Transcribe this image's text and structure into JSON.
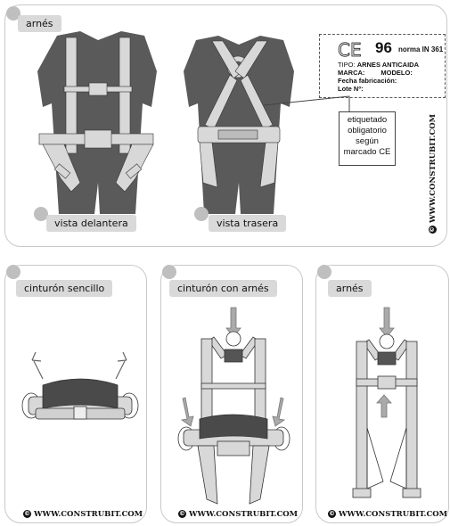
{
  "top_panel": {
    "title": "arnés",
    "front_caption": "vista delantera",
    "back_caption": "vista trasera",
    "watermark": "WWW.CONSTRUBIT.COM",
    "ce_label": {
      "ce_mark": "CE",
      "number": "96",
      "norma": "norma IN 361",
      "tipo_key": "TIPO:",
      "tipo_value": "ARNES ANTICAIDA",
      "marca": "MARCA:",
      "modelo": "MODELO:",
      "fecha": "Fecha fabricación:",
      "lote": "Lote Nº:"
    },
    "callout_lines": [
      "etiquetado",
      "obligatorio",
      "según",
      "marcado CE"
    ]
  },
  "bottom_panels": [
    {
      "title": "cinturón sencillo",
      "watermark": "WWW.CONSTRUBIT.COM"
    },
    {
      "title": "cinturón con arnés",
      "watermark": "WWW.CONSTRUBIT.COM"
    },
    {
      "title": "arnés",
      "watermark": "WWW.CONSTRUBIT.COM"
    }
  ],
  "colors": {
    "torso": "#5a5a5a",
    "strap": "#d8d8d8",
    "tab": "#d9d9d9",
    "belt_pad": "#4a4a4a"
  }
}
